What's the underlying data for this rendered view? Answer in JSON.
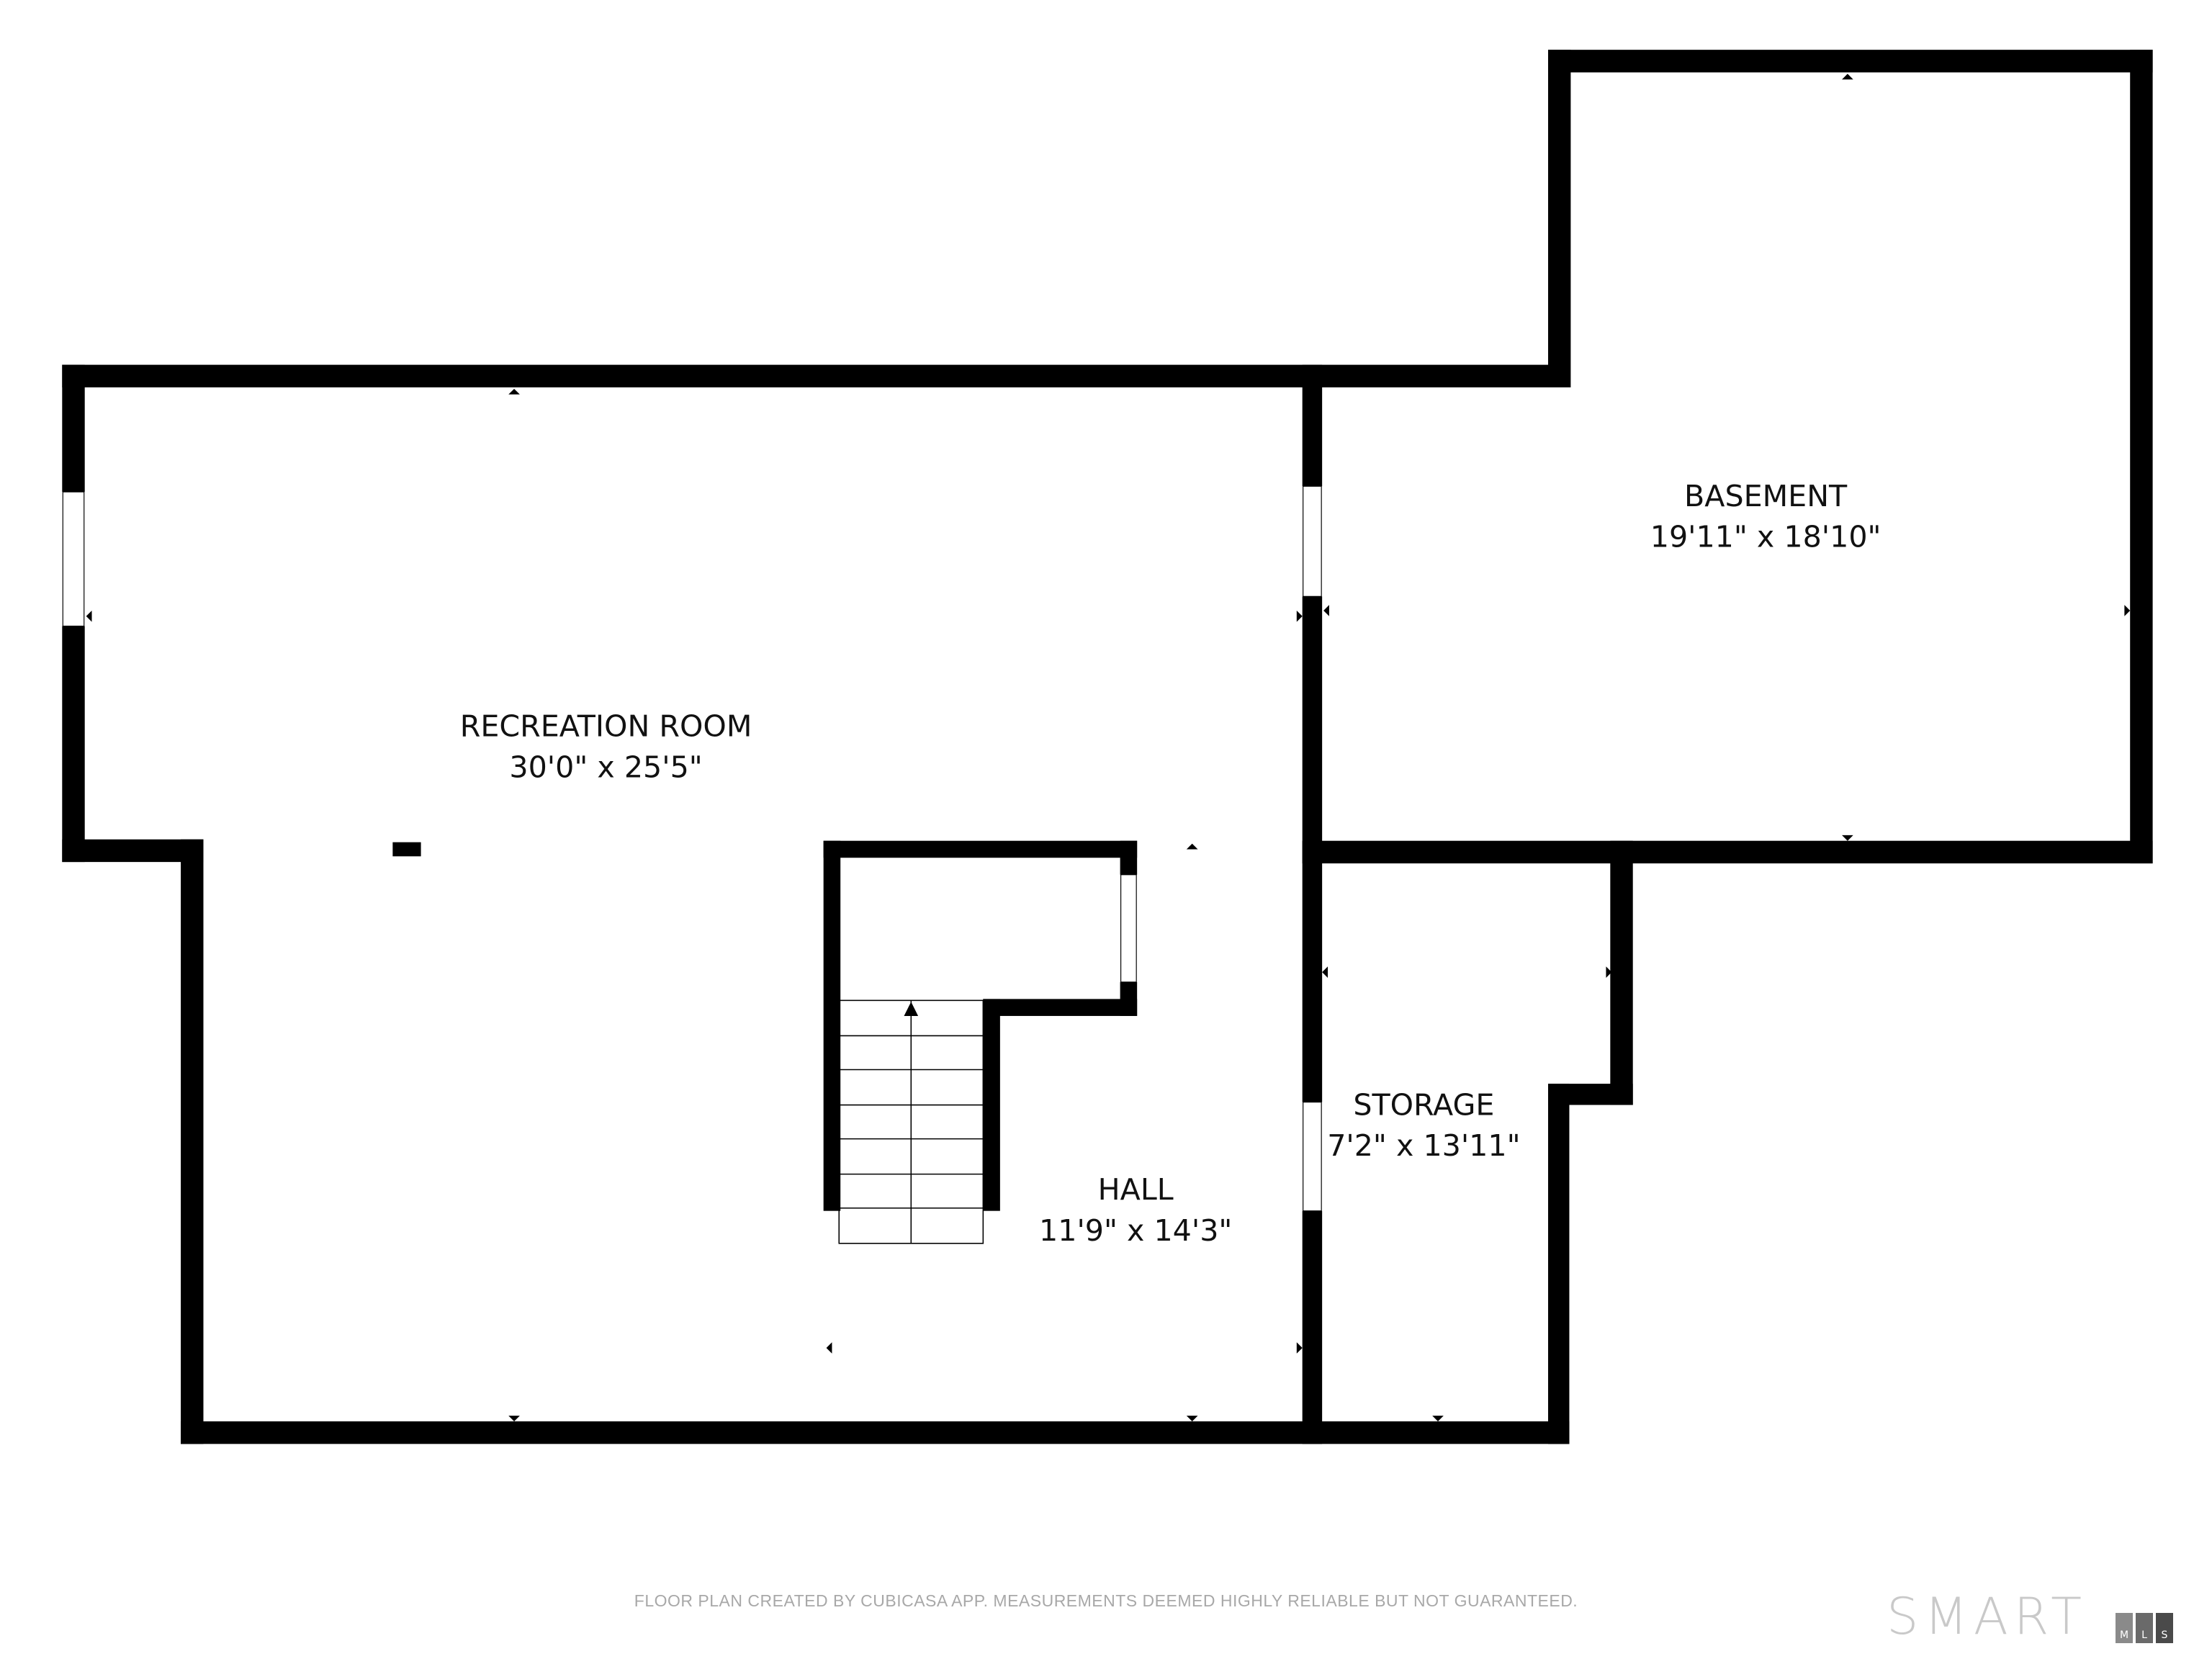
{
  "rooms": [
    {
      "id": "recreation-room",
      "name": "RECREATION ROOM",
      "dims": "30'0\" x 25'5\""
    },
    {
      "id": "basement",
      "name": "BASEMENT",
      "dims": "19'11\" x 18'10\""
    },
    {
      "id": "storage",
      "name": "STORAGE",
      "dims": "7'2\" x 13'11\""
    },
    {
      "id": "hall",
      "name": "HALL",
      "dims": "11'9\" x 14'3\""
    }
  ],
  "footer": {
    "disclaimer": "FLOOR PLAN CREATED BY CUBICASA APP. MEASUREMENTS DEEMED HIGHLY RELIABLE BUT NOT GUARANTEED."
  },
  "logo": {
    "brand": "SMART",
    "sub": [
      "M",
      "L",
      "S"
    ]
  },
  "colors": {
    "wall": "#000000",
    "background": "#ffffff",
    "footer_text": "#a8a8a8",
    "logo": "#c9c9c9",
    "logo_boxes": [
      "#8a8a8a",
      "#6a6a6a",
      "#4a4a4a"
    ]
  }
}
